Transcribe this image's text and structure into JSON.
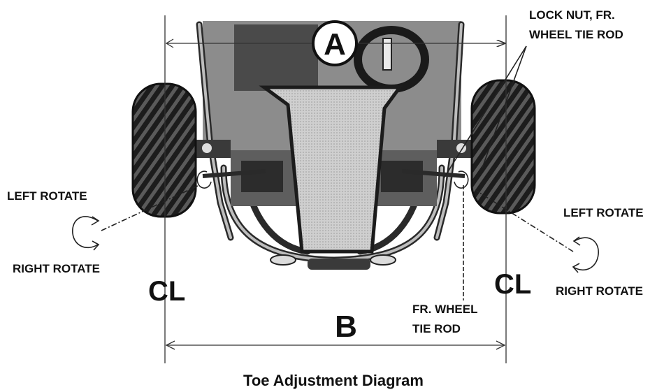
{
  "labels": {
    "dimension_a": "A",
    "dimension_b": "B",
    "centerline_left": "CL",
    "centerline_right": "CL",
    "lock_nut_line1": "LOCK NUT, FR.",
    "lock_nut_line2": "WHEEL TIE ROD",
    "tie_rod_line1": "FR. WHEEL",
    "tie_rod_line2": "TIE ROD",
    "left_side_left_rotate": "LEFT ROTATE",
    "left_side_right_rotate": "RIGHT ROTATE",
    "right_side_left_rotate": "LEFT ROTATE",
    "right_side_right_rotate": "RIGHT ROTATE",
    "caption": "Toe Adjustment Diagram"
  }
}
